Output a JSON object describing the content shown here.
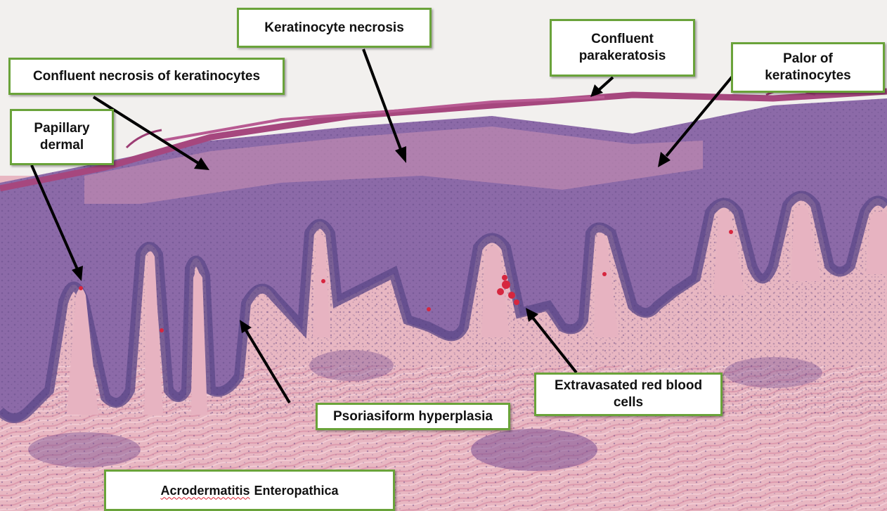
{
  "image": {
    "subject": "H&E stained skin histology micrograph",
    "colors": {
      "background": "#f2f0ee",
      "epidermis": "#8c6aa8",
      "basal_layer": "#5e4a8a",
      "stratum_corneum": "#a6477e",
      "dermis": "#e8b7c2",
      "collagen": "#efc4cf",
      "label_border": "#6aa33a",
      "arrow": "#000000"
    }
  },
  "labels": {
    "keratinocyte_necrosis": [
      "Keratinocyte necrosis"
    ],
    "confluent_parakeratosis": [
      "Confluent",
      "parakeratosis"
    ],
    "palor_of_keratinocytes": [
      "Palor of",
      "keratinocytes"
    ],
    "confluent_necrosis": [
      "Confluent necrosis of keratinocytes"
    ],
    "papillary_dermal": [
      "Papillary",
      "dermal"
    ],
    "psoriasiform_hyperplasia": [
      "Psoriasiform hyperplasia"
    ],
    "extravasated_rbc": [
      "Extravasated red blood",
      "cells"
    ]
  },
  "caption": {
    "word1": "Acrodermatitis",
    "word2": "Enteropathica"
  }
}
